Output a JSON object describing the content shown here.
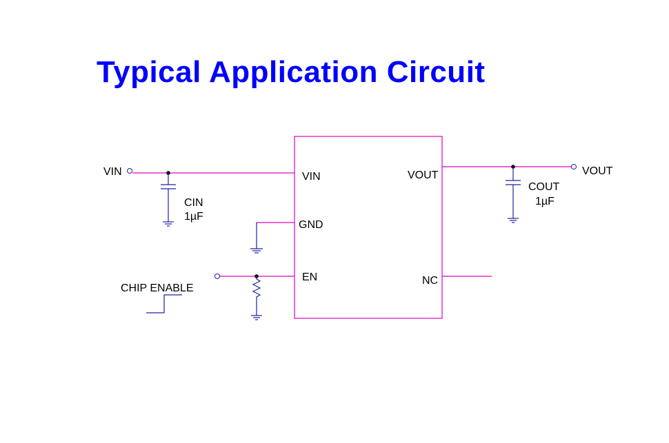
{
  "title": "Typical Application Circuit",
  "labels": {
    "vin_terminal": "VIN",
    "vout_terminal": "VOUT",
    "chip_enable": "CHIP ENABLE",
    "pin_vin": "VIN",
    "pin_gnd": "GND",
    "pin_en": "EN",
    "pin_vout": "VOUT",
    "pin_nc": "NC",
    "cin_name": "CIN",
    "cin_value": "1µF",
    "cout_name": "COUT",
    "cout_value": "1µF"
  },
  "colors": {
    "title": "#0000ff",
    "wire_ic": "#e000c0",
    "component": "#2020a0",
    "text": "#000000"
  }
}
